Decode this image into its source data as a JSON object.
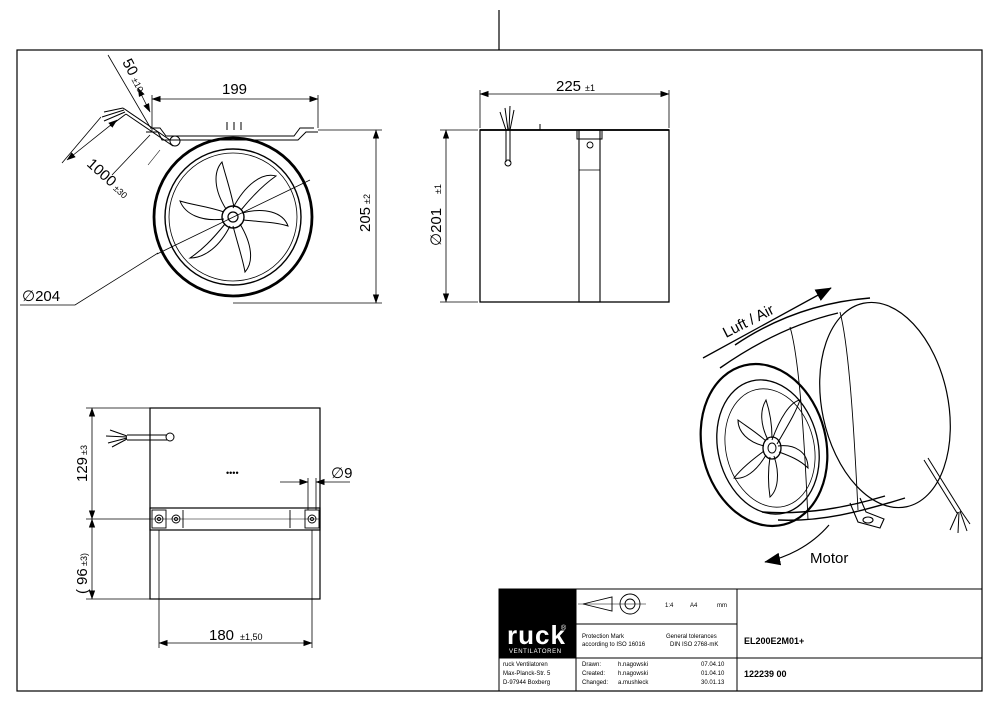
{
  "dimensions": {
    "cable_len_short": "50",
    "cable_len_short_tol": "±10",
    "cable_len_long": "1000",
    "cable_len_long_tol": "±30",
    "width_199": "199",
    "diameter_204": "∅204",
    "height_205": "205",
    "height_205_tol": "±2",
    "length_225": "225",
    "length_225_tol": "±1",
    "diameter_201": "∅201",
    "diameter_201_tol": "±1",
    "height_129": "129",
    "height_129_tol": "±3",
    "height_96_open": "(",
    "height_96": "96",
    "height_96_tol": "±3)",
    "hole_diameter": "∅9",
    "width_180": "180",
    "width_180_tol": "±1,50",
    "hidden_dots": "••••"
  },
  "iso_view": {
    "airflow_label": "Luft / Air",
    "rotation_label": "Motor"
  },
  "title_block": {
    "logo_main": "ruck",
    "logo_mark": "®",
    "logo_sub": "VENTILATOREN",
    "scale": "1:4",
    "paper": "A4",
    "unit": "mm",
    "protection_line1": "Protection Mark",
    "protection_line2": "according to ISO 16016",
    "tolerance_line1": "General tolerances",
    "tolerance_line2": "DIN ISO 2768-mK",
    "drawing_name": "EL200E2M01+",
    "company_line1": "ruck Ventilatoren",
    "company_line2": "Max-Planck-Str. 5",
    "company_line3": "D-97944 Boxberg",
    "drawn_label": "Drawn:",
    "drawn_name": "h.nagowski",
    "drawn_date": "07.04.10",
    "created_label": "Created:",
    "created_name": "h.nagowski",
    "created_date": "01.04.10",
    "changed_label": "Changed:",
    "changed_name": "a.mushleck",
    "changed_date": "30.01.13",
    "drawing_number": "122239 00"
  },
  "colors": {
    "line": "#000000",
    "background": "#ffffff",
    "logo_bg": "#000000",
    "logo_fg": "#ffffff"
  }
}
